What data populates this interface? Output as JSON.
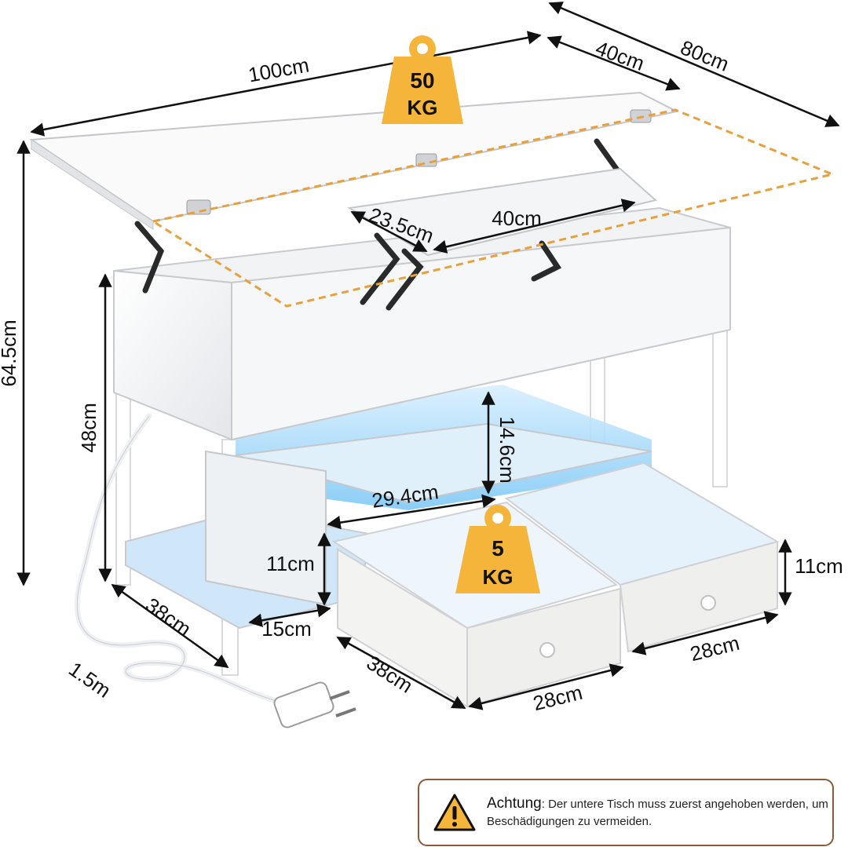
{
  "dimensions": {
    "top_width": "100cm",
    "top_depth": "40cm",
    "total_depth": "80cm",
    "total_height": "64.5cm",
    "body_height": "48cm",
    "lift_depth": "23.5cm",
    "lift_width": "40cm",
    "shelf_height": "14.6cm",
    "shelf_width": "29.4cm",
    "side_drawer_height": "11cm",
    "side_depth": "38cm",
    "side_gap": "15cm",
    "cable_length": "1.5m",
    "drawer_depth": "38cm",
    "drawer_width_left": "28cm",
    "drawer_width_right": "28cm",
    "drawer_height": "11cm"
  },
  "weights": {
    "top": {
      "value": "50",
      "unit": "KG"
    },
    "drawer": {
      "value": "5",
      "unit": "KG"
    }
  },
  "note": {
    "icon": "warning-icon",
    "title": "Achtung",
    "text": ": Der untere Tisch muss zuerst angehoben werden, um Beschädigungen zu vermeiden."
  },
  "colors": {
    "weight_badge": "#f5b53a",
    "dashed_outline": "#e8a03a",
    "led_glow": "#8fd2ff",
    "note_border": "#8a5a3a"
  }
}
